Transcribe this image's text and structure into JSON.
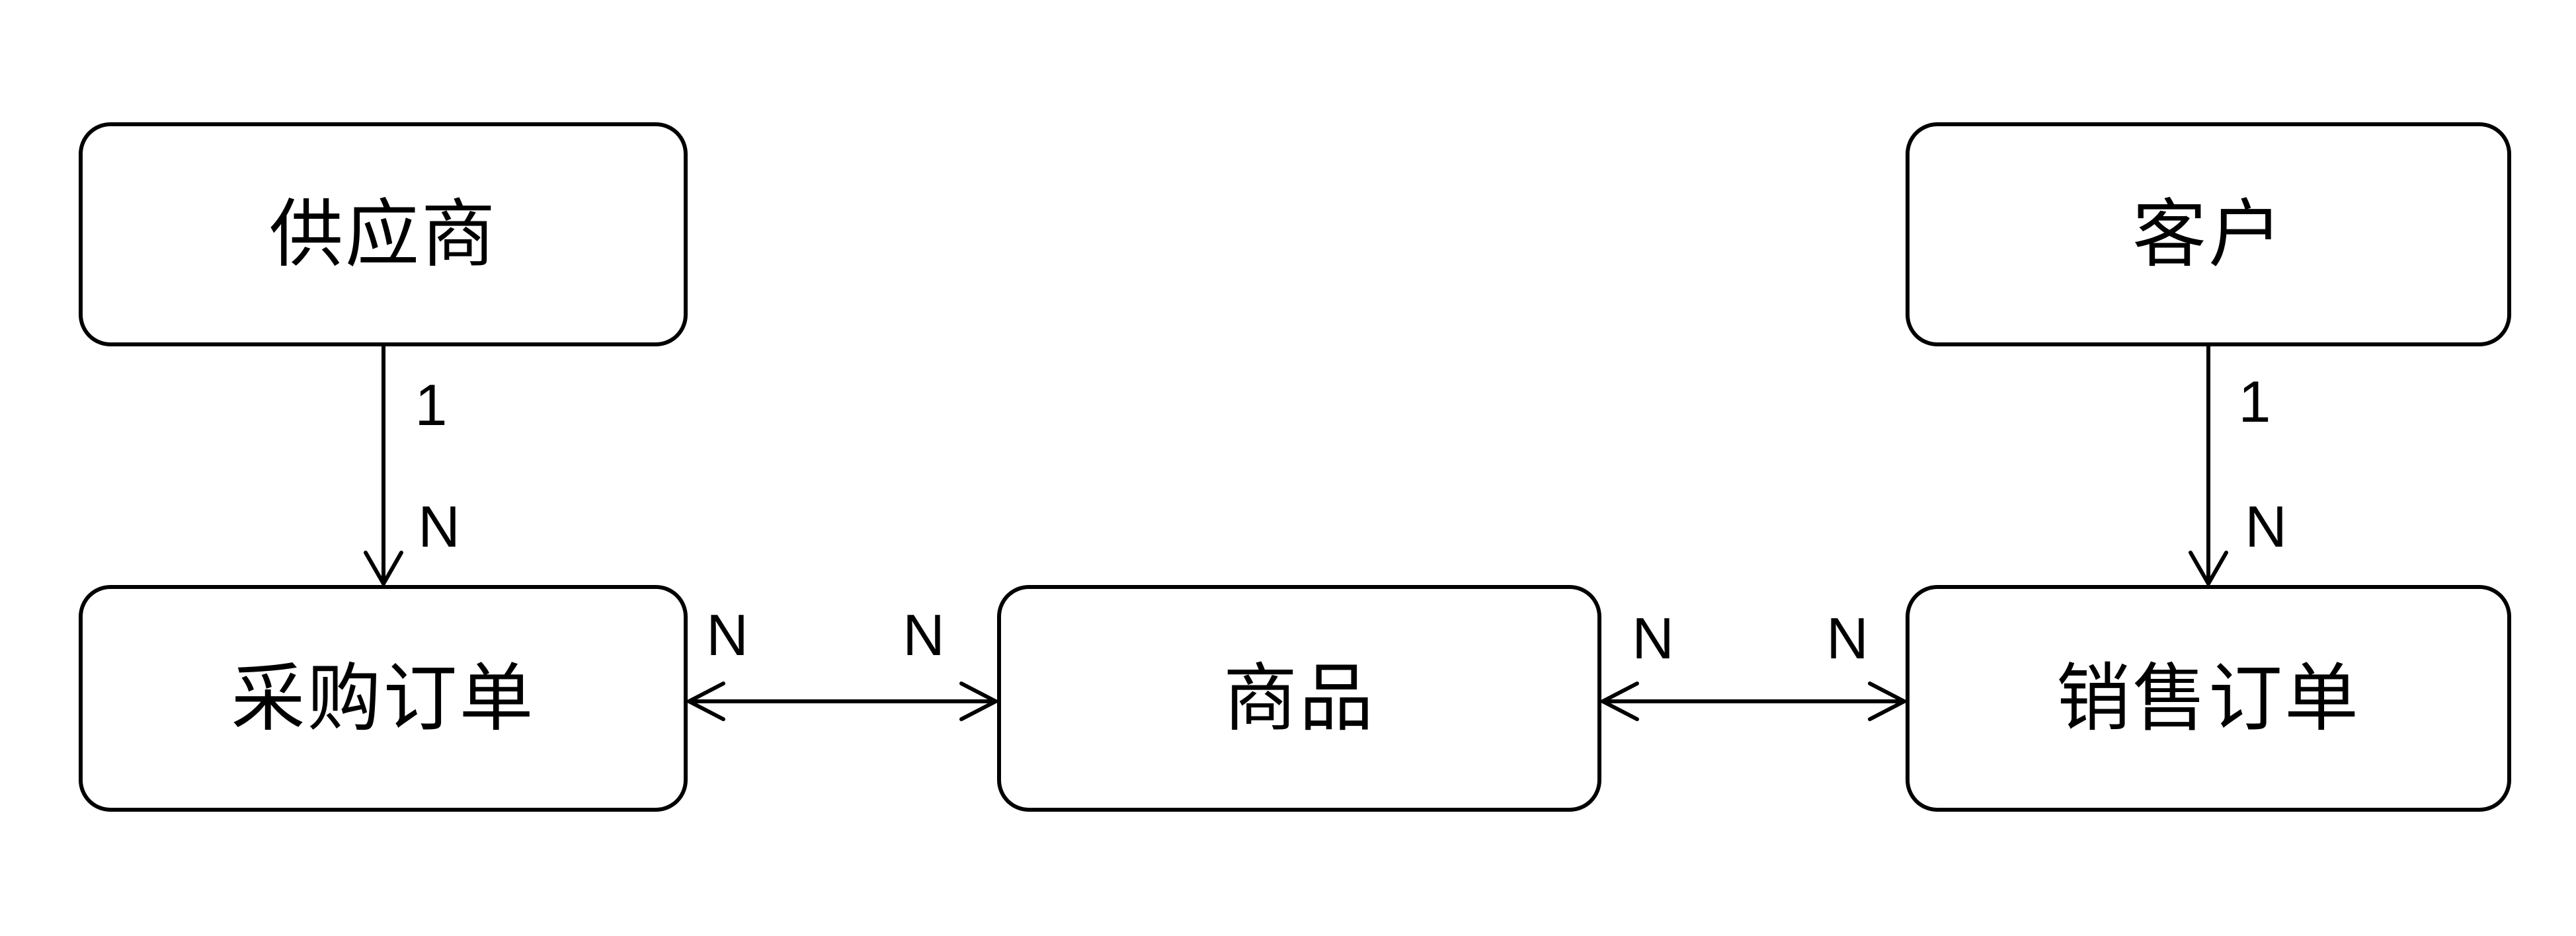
{
  "diagram": {
    "type": "er-diagram",
    "colors": {
      "stroke": "#000000",
      "box_fill": "#ffffff",
      "background": "#ffffff"
    },
    "entities": {
      "supplier": {
        "label": "供应商"
      },
      "customer": {
        "label": "客户"
      },
      "purchase_order": {
        "label": "采购订单"
      },
      "product": {
        "label": "商品"
      },
      "sales_order": {
        "label": "销售订单"
      }
    },
    "relationships": {
      "supplier_purchase": {
        "from": "供应商",
        "to": "采购订单",
        "type": "one-to-many",
        "source_cardinality": "1",
        "target_cardinality": "N"
      },
      "customer_sales": {
        "from": "客户",
        "to": "销售订单",
        "type": "one-to-many",
        "source_cardinality": "1",
        "target_cardinality": "N"
      },
      "purchase_product": {
        "from": "采购订单",
        "to": "商品",
        "type": "many-to-many",
        "source_cardinality": "N",
        "target_cardinality": "N"
      },
      "product_sales": {
        "from": "商品",
        "to": "销售订单",
        "type": "many-to-many",
        "source_cardinality": "N",
        "target_cardinality": "N"
      }
    }
  }
}
